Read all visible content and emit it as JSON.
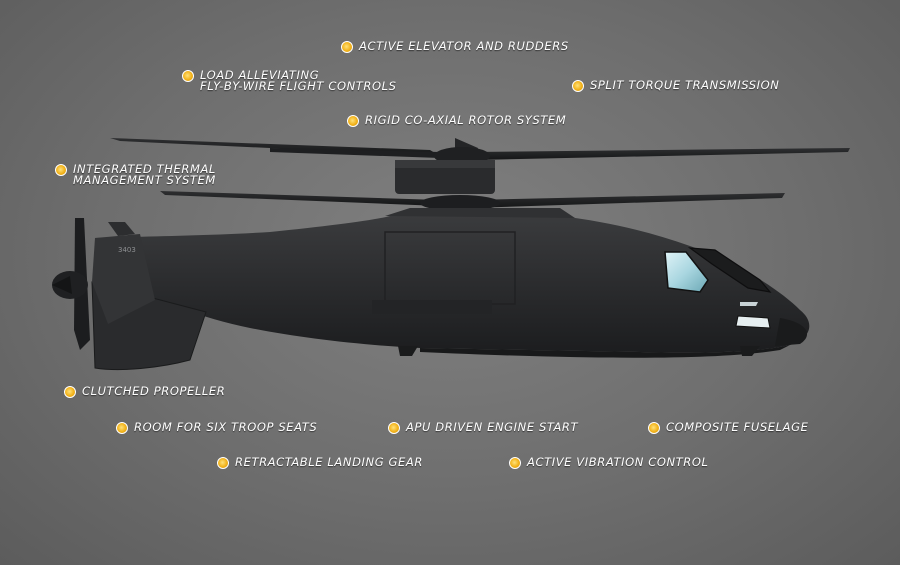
{
  "features": {
    "active_elevator": "ACTIVE ELEVATOR AND RUDDERS",
    "load_alleviating_1": "LOAD ALLEVIATING",
    "load_alleviating_2": "FLY-BY-WIRE FLIGHT CONTROLS",
    "split_torque": "SPLIT TORQUE TRANSMISSION",
    "rigid_rotor": "RIGID CO-AXIAL ROTOR SYSTEM",
    "thermal_1": "INTEGRATED THERMAL",
    "thermal_2": "MANAGEMENT SYSTEM",
    "clutched_propeller": "CLUTCHED PROPELLER",
    "troop_seats": "ROOM FOR SIX TROOP SEATS",
    "apu_start": "APU DRIVEN ENGINE START",
    "composite_fuselage": "COMPOSITE FUSELAGE",
    "landing_gear": "RETRACTABLE LANDING GEAR",
    "vibration_control": "ACTIVE VIBRATION CONTROL"
  },
  "aircraft": {
    "tail_number": "3403"
  },
  "colors": {
    "background": "#6e6e6e",
    "bullet": "#f2b21a",
    "label_text": "#ffffff",
    "fuselage": "#2c2d2f"
  },
  "icons": {
    "bullet": "bullet-dot-icon"
  }
}
